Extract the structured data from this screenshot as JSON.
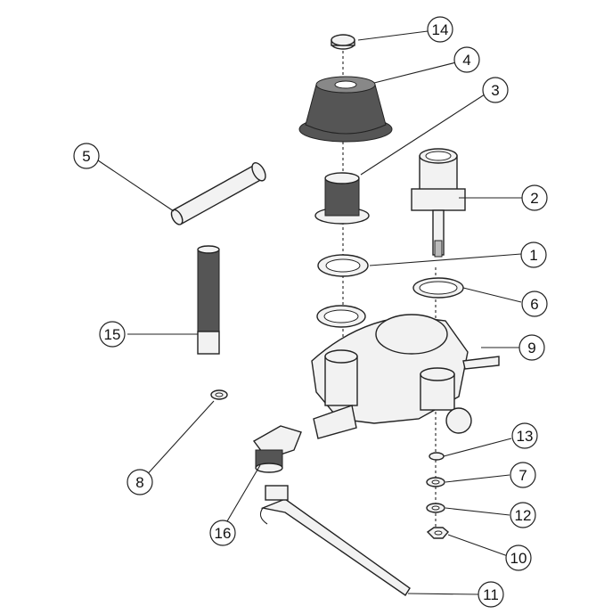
{
  "callouts": [
    "1",
    "2",
    "3",
    "4",
    "5",
    "6",
    "7",
    "8",
    "9",
    "10",
    "11",
    "12",
    "13",
    "14",
    "15",
    "16"
  ],
  "colors": {
    "line": "#222222",
    "fill": "#f2f2f2",
    "shade": "#555555",
    "background": "#ffffff"
  }
}
